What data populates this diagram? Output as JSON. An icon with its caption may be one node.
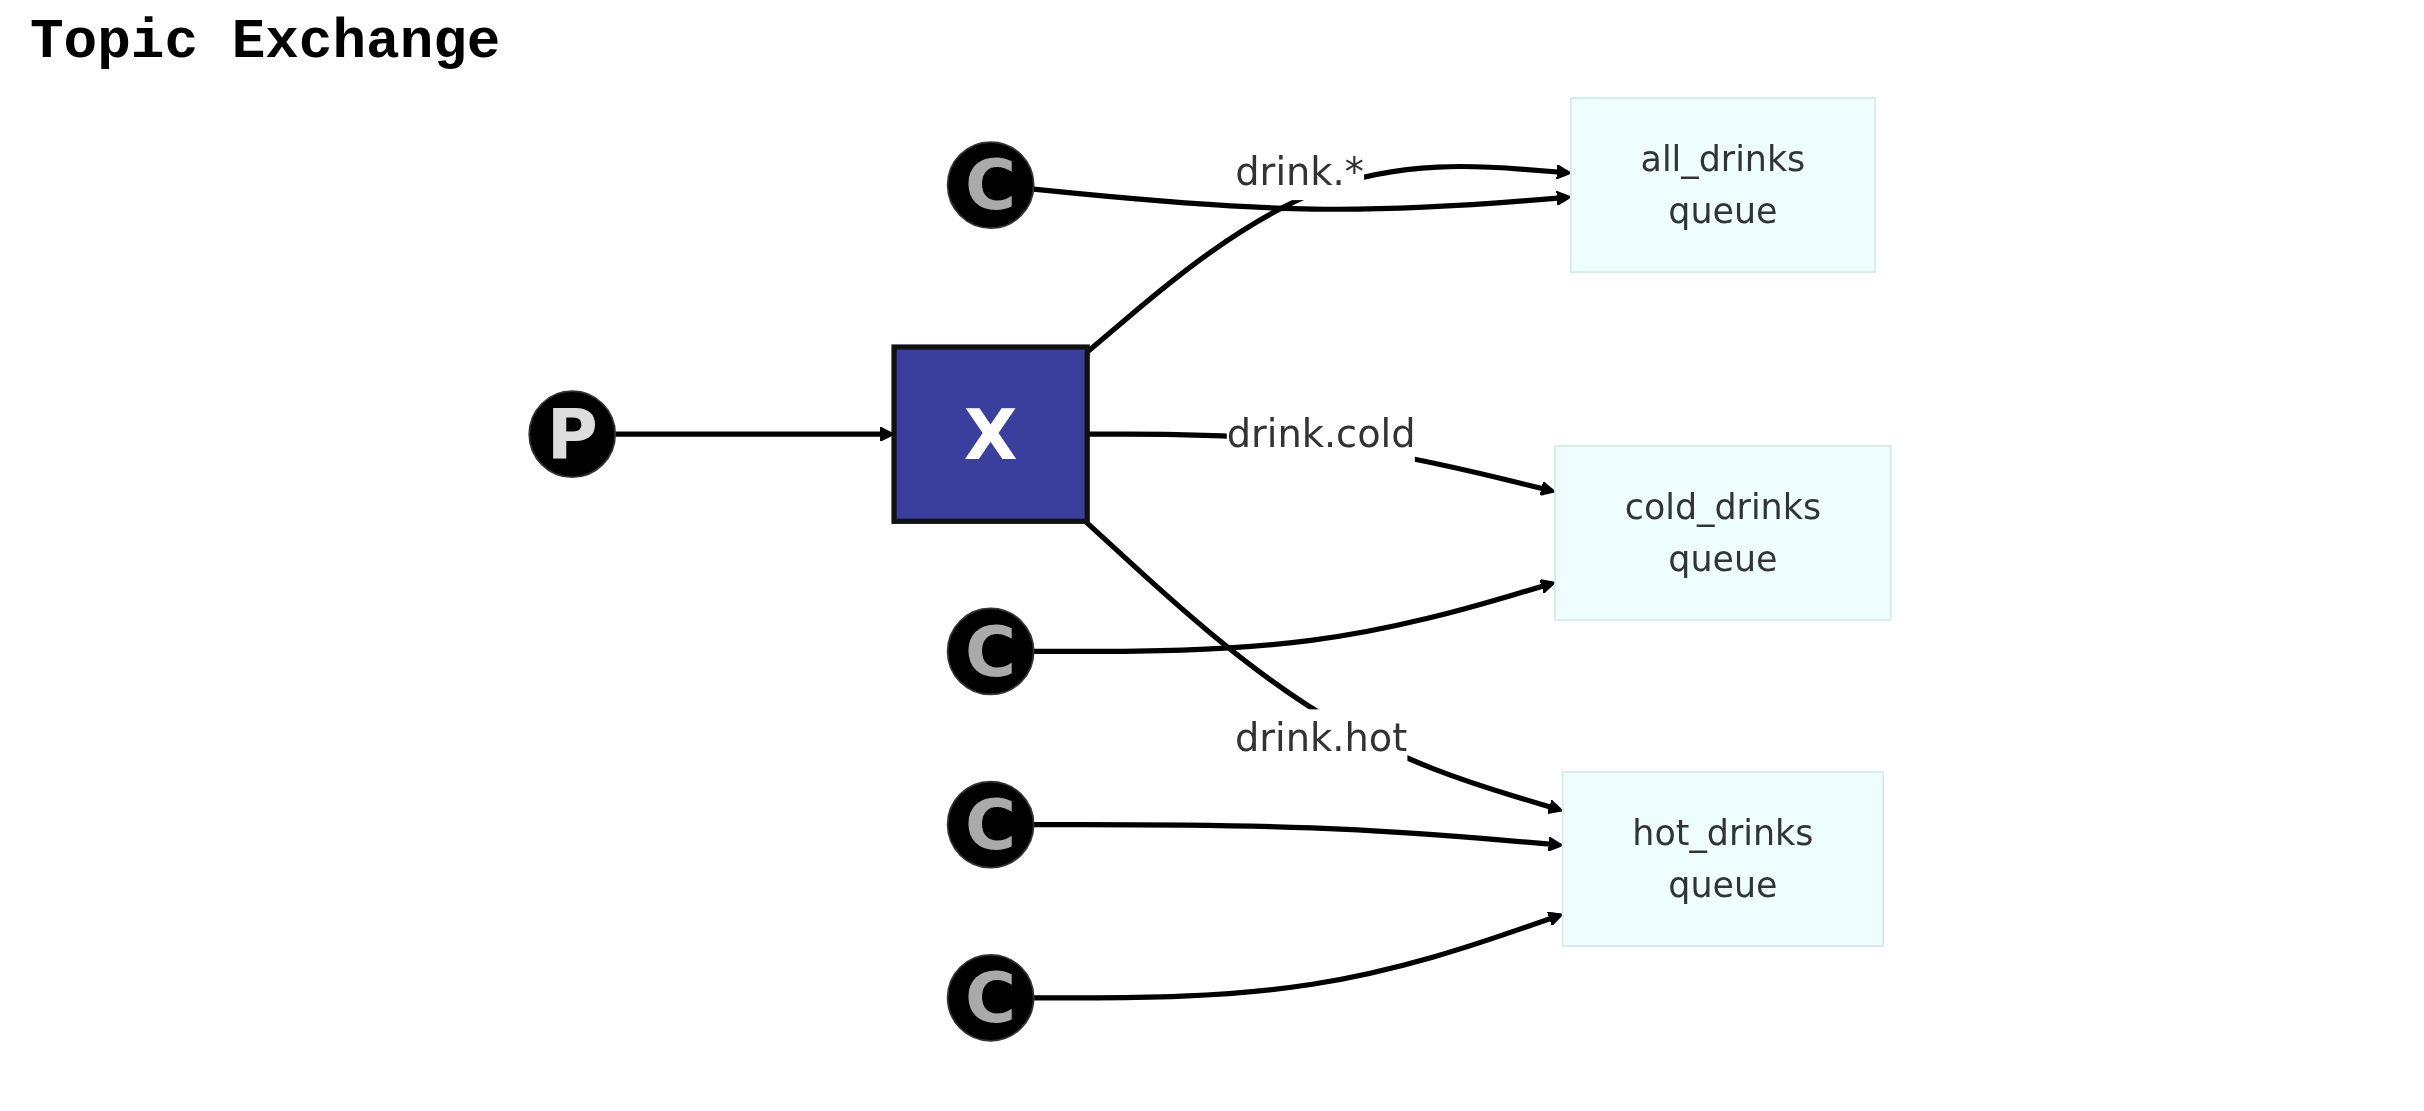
{
  "diagram": {
    "title": "Topic Exchange",
    "nodes": [
      {
        "text": [
          "P"
        ]
      },
      {
        "text": [
          "X"
        ]
      },
      {
        "text": [
          "all_drinks",
          "queue"
        ]
      },
      {
        "text": [
          "C"
        ]
      },
      {
        "text": [
          "cold_drinks",
          "queue"
        ]
      },
      {
        "text": [
          "C"
        ]
      },
      {
        "text": [
          "hot_drinks",
          "queue"
        ]
      },
      {
        "text": [
          "C"
        ]
      },
      {
        "text": [
          "C"
        ]
      }
    ],
    "edges": [
      {
        "from": 0,
        "to": 1,
        "arrow": "to"
      },
      {
        "from": 1,
        "to": 2,
        "arrow": "to",
        "label": "drink.*"
      },
      {
        "from": 1,
        "to": 4,
        "arrow": "to",
        "label": "drink.cold"
      },
      {
        "from": 1,
        "to": 6,
        "arrow": "to",
        "label": "drink.hot"
      },
      {
        "from": 3,
        "to": 2,
        "arrow": "to"
      },
      {
        "from": 5,
        "to": 4,
        "arrow": "to"
      },
      {
        "from": 7,
        "to": 6,
        "arrow": "to"
      },
      {
        "from": 8,
        "to": 6,
        "arrow": "to"
      }
    ]
  }
}
